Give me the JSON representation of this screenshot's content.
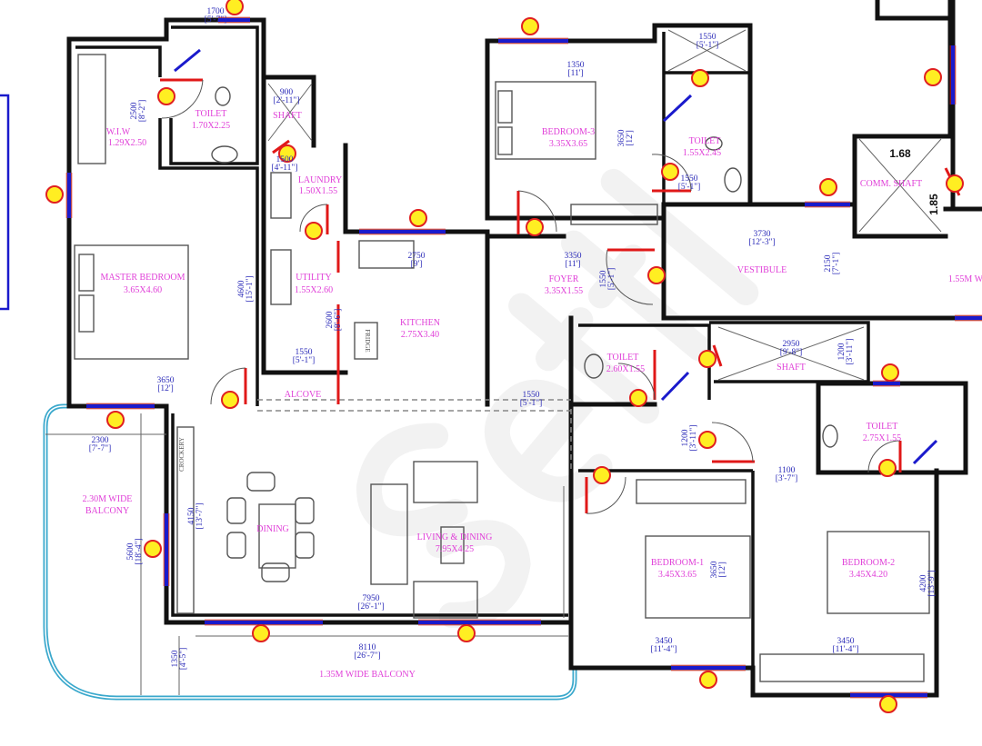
{
  "watermark": "Settl",
  "colors": {
    "wall": "#111111",
    "room_label": "#e040d8",
    "dimension": "#2a2ab8",
    "window": "#1a1acc",
    "door": "#e01818",
    "marker": "#ffee22",
    "balcony_rail": "#3aa8cc"
  },
  "rooms": {
    "wiw": {
      "name": "W.I.W",
      "size": "1.29X2.50"
    },
    "toilet_master": {
      "name": "TOILET",
      "size": "1.70X2.25"
    },
    "shaft_top": {
      "name": "SHAFT"
    },
    "laundry": {
      "name": "LAUNDRY",
      "size": "1.50X1.55"
    },
    "master_bedroom": {
      "name": "MASTER BEDROOM",
      "size": "3.65X4.60"
    },
    "utility": {
      "name": "UTILITY",
      "size": "1.55X2.60"
    },
    "kitchen": {
      "name": "KITCHEN",
      "size": "2.75X3.40"
    },
    "fridge": {
      "name": "FRIDGE"
    },
    "alcove": {
      "name": "ALCOVE"
    },
    "bedroom3": {
      "name": "BEDROOM-3",
      "size": "3.35X3.65"
    },
    "toilet3": {
      "name": "TOILET",
      "size": "1.55X2.45"
    },
    "foyer": {
      "name": "FOYER",
      "size": "3.35X1.55"
    },
    "vestibule": {
      "name": "VESTIBULE"
    },
    "comm_shaft": {
      "name": "COMM. SHAFT",
      "w": "1.68",
      "h": "1.85"
    },
    "passage_right": {
      "name": "1.55M W"
    },
    "toilet_mid": {
      "name": "TOILET",
      "size": "2.60X1.55"
    },
    "shaft_mid": {
      "name": "SHAFT"
    },
    "toilet2": {
      "name": "TOILET",
      "size": "2.75X1.55"
    },
    "balcony_side": {
      "name": "2.30M WIDE",
      "name2": "BALCONY"
    },
    "crockery": {
      "name": "CROCKERY"
    },
    "dining": {
      "name": "DINING"
    },
    "living": {
      "name": "LIVING & DINING",
      "size": "7.95X4.25"
    },
    "bedroom1": {
      "name": "BEDROOM-1",
      "size": "3.45X3.65"
    },
    "bedroom2": {
      "name": "BEDROOM-2",
      "size": "3.45X4.20"
    },
    "balcony_front": {
      "name": "1.35M WIDE BALCONY"
    }
  },
  "dimensions": [
    {
      "mm": "1700",
      "ft": "[5'-7\"]"
    },
    {
      "mm": "2500",
      "ft": "[8'-2\"]"
    },
    {
      "mm": "900",
      "ft": "[2'-11\"]"
    },
    {
      "mm": "1500",
      "ft": "[4'-11\"]"
    },
    {
      "mm": "4600",
      "ft": "[15'-1\"]"
    },
    {
      "mm": "2750",
      "ft": "[9']"
    },
    {
      "mm": "2600",
      "ft": "[8'-6\"]"
    },
    {
      "mm": "1550",
      "ft": "[5'-1\"]"
    },
    {
      "mm": "3650",
      "ft": "[12']"
    },
    {
      "mm": "1550",
      "ft": "[5'-1\"]"
    },
    {
      "mm": "1350",
      "ft": "[11']"
    },
    {
      "mm": "3650",
      "ft": "[12']"
    },
    {
      "mm": "1550",
      "ft": "[5'-1\"]"
    },
    {
      "mm": "1550",
      "ft": "[5'-1\"]"
    },
    {
      "mm": "3350",
      "ft": "[11']"
    },
    {
      "mm": "1550",
      "ft": "[5'-1\"]"
    },
    {
      "mm": "3730",
      "ft": "[12'-3\"]"
    },
    {
      "mm": "2150",
      "ft": "[7'-1\"]"
    },
    {
      "mm": "2950",
      "ft": "[9'-8\"]"
    },
    {
      "mm": "1200",
      "ft": "[3'-11\"]"
    },
    {
      "mm": "1200",
      "ft": "[3'-11\"]"
    },
    {
      "mm": "1100",
      "ft": "[3'-7\"]"
    },
    {
      "mm": "2300",
      "ft": "[7'-7\"]"
    },
    {
      "mm": "5600",
      "ft": "[18'-4\"]"
    },
    {
      "mm": "4150",
      "ft": "[13'-7\"]"
    },
    {
      "mm": "7950",
      "ft": "[26'-1\"]"
    },
    {
      "mm": "8110",
      "ft": "[26'-7\"]"
    },
    {
      "mm": "1350",
      "ft": "[4'-5\"]"
    },
    {
      "mm": "3450",
      "ft": "[11'-4\"]"
    },
    {
      "mm": "3450",
      "ft": "[11'-4\"]"
    },
    {
      "mm": "3650",
      "ft": "[12']"
    },
    {
      "mm": "4200",
      "ft": "[13'-9\"]"
    }
  ]
}
